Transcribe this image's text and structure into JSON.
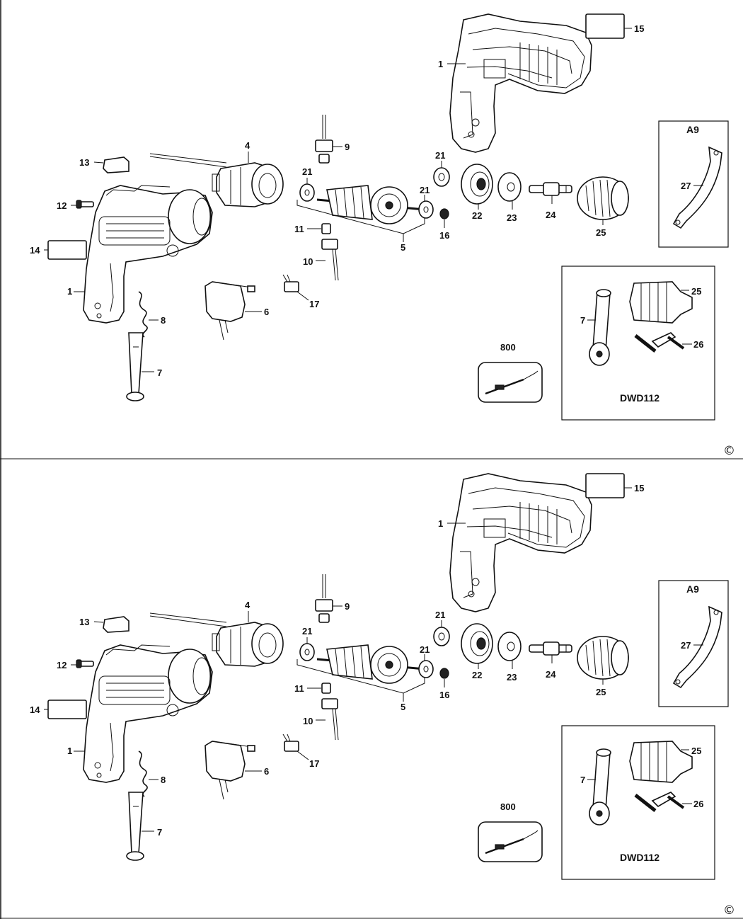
{
  "diagrams": [
    {
      "labels": {
        "n1_top": "1",
        "n15": "15",
        "n4": "4",
        "n13": "13",
        "n12": "12",
        "n14": "14",
        "n1_left": "1",
        "n9": "9",
        "n21_a": "21",
        "n21_b": "21",
        "n21_c": "21",
        "n22": "22",
        "n23": "23",
        "n24": "24",
        "n25": "25",
        "n5": "5",
        "n16": "16",
        "n11": "11",
        "n10": "10",
        "n17": "17",
        "n6": "6",
        "n8": "8",
        "n7": "7",
        "n800": "800",
        "box_a9_title": "A9",
        "n27": "27",
        "box_kit_title": "DWD112",
        "kit_n7": "7",
        "kit_n25": "25",
        "kit_n26": "26"
      },
      "copyright": "©"
    },
    {
      "labels": {
        "n1_top": "1",
        "n15": "15",
        "n4": "4",
        "n13": "13",
        "n12": "12",
        "n14": "14",
        "n1_left": "1",
        "n9": "9",
        "n21_a": "21",
        "n21_b": "21",
        "n21_c": "21",
        "n22": "22",
        "n23": "23",
        "n24": "24",
        "n25": "25",
        "n5": "5",
        "n16": "16",
        "n11": "11",
        "n10": "10",
        "n17": "17",
        "n6": "6",
        "n8": "8",
        "n7": "7",
        "n800": "800",
        "box_a9_title": "A9",
        "n27": "27",
        "box_kit_title": "DWD112",
        "kit_n7": "7",
        "kit_n25": "25",
        "kit_n26": "26"
      },
      "copyright": "©"
    }
  ]
}
